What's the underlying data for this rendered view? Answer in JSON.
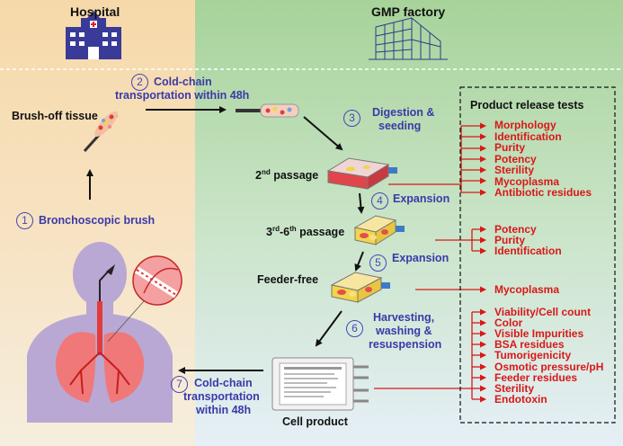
{
  "header": {
    "left_title": "Hospital",
    "right_title": "GMP factory"
  },
  "icons": {
    "hospital": "hospital-building-icon",
    "factory": "factory-building-icon"
  },
  "steps": [
    {
      "number": "1",
      "label": "Bronchoscopic brush"
    },
    {
      "number": "2",
      "label_line1": "Cold-chain",
      "label_line2": "transportation within 48h"
    },
    {
      "number": "3",
      "label_line1": "Digestion &",
      "label_line2": "seeding"
    },
    {
      "number": "4",
      "label": "Expansion"
    },
    {
      "number": "5",
      "label": "Expansion"
    },
    {
      "number": "6",
      "label_line1": "Harvesting,",
      "label_line2": "washing &",
      "label_line3": "resuspension"
    },
    {
      "number": "7",
      "label_line1": "Cold-chain",
      "label_line2": "transportation",
      "label_line3": "within 48h"
    }
  ],
  "labels": {
    "brush_off_tissue": "Brush-off tissue",
    "passage_2": "2",
    "passage_2_sup": "nd",
    "passage_2_rest": " passage",
    "passage_3_6_a": "3",
    "passage_3_6_sup1": "rd",
    "passage_3_6_b": "-6",
    "passage_3_6_sup2": "th",
    "passage_3_6_rest": " passage",
    "feeder_free": "Feeder-free",
    "cell_product": "Cell product"
  },
  "release_tests": {
    "title": "Product release tests",
    "group1": [
      "Morphology",
      "Identification",
      "Purity",
      "Potency",
      "Sterility",
      "Mycoplasma",
      "Antibiotic residues"
    ],
    "group2": [
      "Potency",
      "Purity",
      "Identification"
    ],
    "group3": [
      "Mycoplasma"
    ],
    "group4": [
      "Viability/Cell count",
      "Color",
      "Visible Impurities",
      "BSA residues",
      "Tumorigenicity",
      "Osmotic pressure/pH",
      "Feeder  residues",
      "Sterility",
      "Endotoxin"
    ]
  },
  "colors": {
    "hospital_bg": "#f7d9a8",
    "factory_bg": "#a9d49a",
    "step_text": "#3a3aa8",
    "test_text": "#d81818",
    "flask_fill_1": "#e0454b",
    "flask_fill_2": "#f2d54a"
  }
}
